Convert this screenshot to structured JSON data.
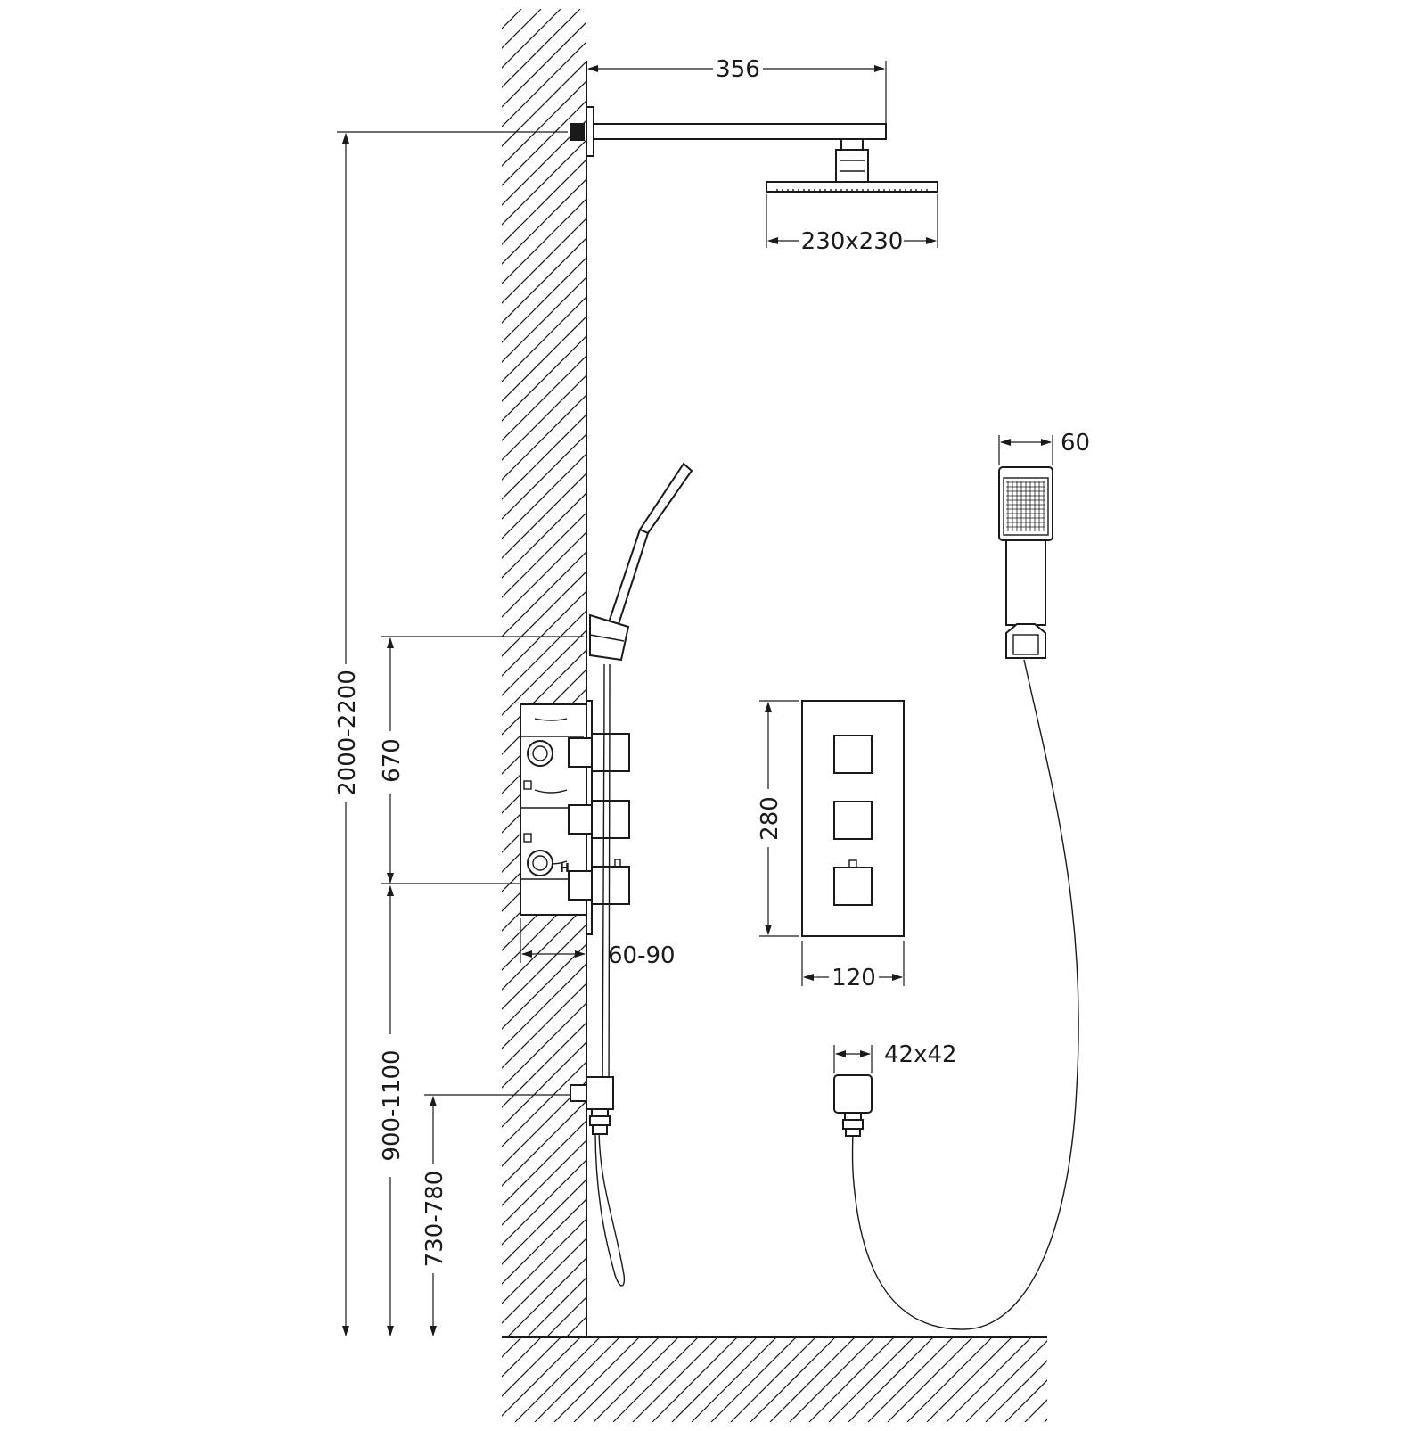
{
  "dimensions": {
    "arm_projection": "356",
    "shower_head_size": "230x230",
    "handset_width": "60",
    "total_height": "2000-2200",
    "holder_to_valve": "670",
    "valve_height": "900-1100",
    "outlet_height": "730-780",
    "valve_depth": "60-90",
    "plate_height": "280",
    "plate_width": "120",
    "outlet_size": "42x42"
  },
  "labels": {
    "hot_marker": "H"
  },
  "colors": {
    "line": "#1a1a1a",
    "background": "#ffffff"
  }
}
